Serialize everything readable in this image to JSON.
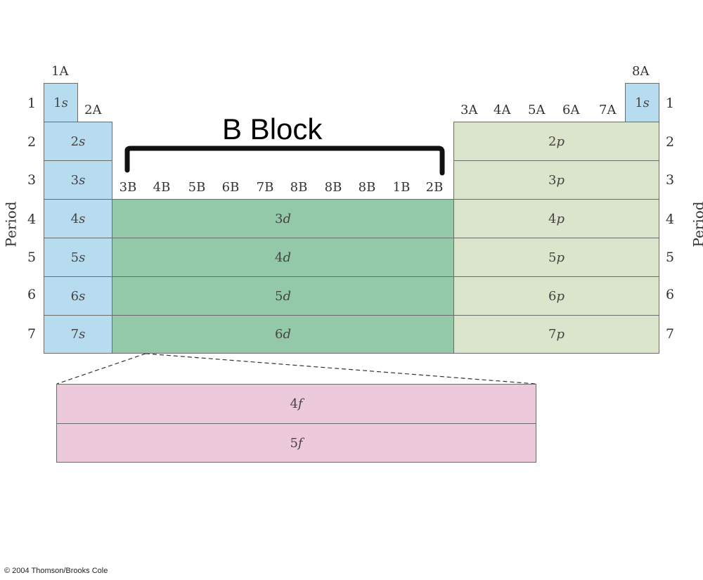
{
  "title": "B Block",
  "copyright": "© 2004 Thomson/Brooks Cole",
  "axis_label": "Period",
  "group_labels": {
    "g1": "1A",
    "g2": "2A",
    "g13": "3A",
    "g14": "4A",
    "g15": "5A",
    "g16": "6A",
    "g17": "7A",
    "g18": "8A"
  },
  "b_groups": [
    "3B",
    "4B",
    "5B",
    "6B",
    "7B",
    "8B",
    "8B",
    "8B",
    "1B",
    "2B"
  ],
  "periods": [
    "1",
    "2",
    "3",
    "4",
    "5",
    "6",
    "7"
  ],
  "s_block": [
    {
      "n": "1",
      "l": "s"
    },
    {
      "n": "2",
      "l": "s"
    },
    {
      "n": "3",
      "l": "s"
    },
    {
      "n": "4",
      "l": "s"
    },
    {
      "n": "5",
      "l": "s"
    },
    {
      "n": "6",
      "l": "s"
    },
    {
      "n": "7",
      "l": "s"
    }
  ],
  "he_cell": {
    "n": "1",
    "l": "s"
  },
  "p_block": [
    {
      "n": "2",
      "l": "p"
    },
    {
      "n": "3",
      "l": "p"
    },
    {
      "n": "4",
      "l": "p"
    },
    {
      "n": "5",
      "l": "p"
    },
    {
      "n": "6",
      "l": "p"
    },
    {
      "n": "7",
      "l": "p"
    }
  ],
  "d_block": [
    {
      "n": "3",
      "l": "d"
    },
    {
      "n": "4",
      "l": "d"
    },
    {
      "n": "5",
      "l": "d"
    },
    {
      "n": "6",
      "l": "d"
    }
  ],
  "f_block": [
    {
      "n": "4",
      "l": "f"
    },
    {
      "n": "5",
      "l": "f"
    }
  ],
  "colors": {
    "s_block": "#b7dcef",
    "p_block": "#dbe5cb",
    "d_block": "#93c8a8",
    "f_block": "#ecc9db"
  }
}
